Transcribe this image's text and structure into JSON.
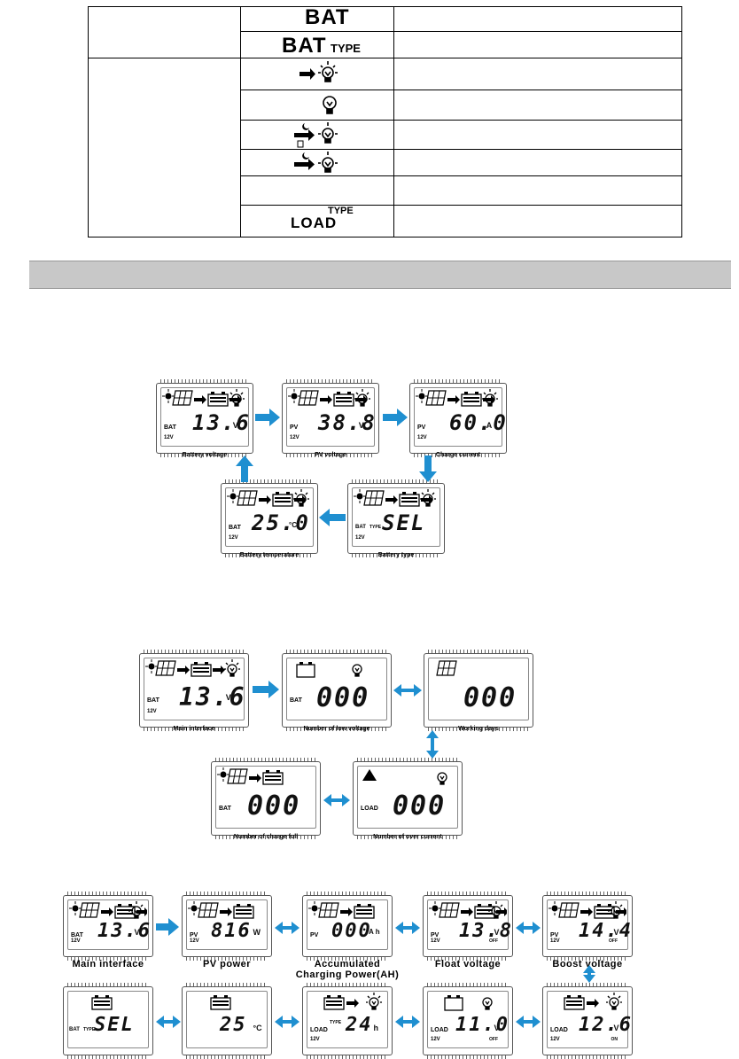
{
  "table": {
    "rows": [
      {
        "icon": "battery-label",
        "text": "BAT",
        "type": ""
      },
      {
        "icon": "battery-type-label",
        "text": "BAT",
        "type": "TYPE"
      },
      {
        "icon": "load-on-icon"
      },
      {
        "icon": "bulb-icon"
      },
      {
        "icon": "night-load-timer-icon"
      },
      {
        "icon": "night-load-icon"
      },
      {
        "icon": "blank"
      },
      {
        "icon": "load-type-label",
        "text": "LOAD",
        "type": "TYPE"
      }
    ]
  },
  "diagram1": {
    "panels": [
      {
        "label": "BAT",
        "voltage": "12V",
        "value": "13.6",
        "unit": "V",
        "caption": "Battery voltage"
      },
      {
        "label": "PV",
        "voltage": "12V",
        "value": "38.8",
        "unit": "V",
        "caption": "PV voltage"
      },
      {
        "label": "PV",
        "voltage": "12V",
        "value": "60.0",
        "unit": "A",
        "caption": "Charge current"
      },
      {
        "label": "BAT",
        "voltage": "12V",
        "value": "25.0",
        "unit": "°C",
        "caption": "Battery temperature"
      },
      {
        "label": "BAT",
        "type": "TYPE",
        "voltage": "12V",
        "value": "SEL",
        "unit": "",
        "caption": "Battery type"
      }
    ]
  },
  "diagram2": {
    "panels": [
      {
        "label": "BAT",
        "voltage": "12V",
        "value": "13.6",
        "unit": "V",
        "caption": "Main interface"
      },
      {
        "label": "BAT",
        "voltage": "",
        "value": "000",
        "unit": "",
        "caption": "Number of low voltage"
      },
      {
        "label": "",
        "voltage": "",
        "value": "000",
        "unit": "",
        "caption": "Working days"
      },
      {
        "label": "BAT",
        "voltage": "",
        "value": "000",
        "unit": "",
        "caption": "Number of charge  full"
      },
      {
        "label": "LOAD",
        "voltage": "",
        "value": "000",
        "unit": "",
        "caption": "Number of over current"
      }
    ]
  },
  "diagram3": {
    "row1": [
      {
        "label": "BAT",
        "voltage": "12V",
        "value": "13.6",
        "unit": "V",
        "status": "",
        "caption": "Main interface"
      },
      {
        "label": "PV",
        "voltage": "12V",
        "value": "816",
        "unit": "W",
        "status": "",
        "caption": "PV power"
      },
      {
        "label": "PV",
        "voltage": "",
        "value": "000",
        "unit": "A h",
        "status": "",
        "caption": "Accumulated Charging Power(AH)"
      },
      {
        "label": "PV",
        "voltage": "12V",
        "value": "13.8",
        "unit": "V",
        "status": "OFF",
        "caption": "Float voltage"
      },
      {
        "label": "PV",
        "voltage": "12V",
        "value": "14.4",
        "unit": "V",
        "status": "OFF",
        "caption": "Boost voltage"
      }
    ],
    "row2": [
      {
        "label": "BAT",
        "type": "TYPE",
        "voltage": "",
        "value": "SEL",
        "unit": "",
        "status": ""
      },
      {
        "label": "",
        "voltage": "",
        "value": "25",
        "unit": "°C",
        "status": ""
      },
      {
        "label": "LOAD",
        "type": "TYPE",
        "voltage": "12V",
        "value": "24",
        "unit": "h",
        "status": ""
      },
      {
        "label": "LOAD",
        "voltage": "12V",
        "value": "11.0",
        "unit": "V",
        "status": "OFF"
      },
      {
        "label": "LOAD",
        "voltage": "12V",
        "value": "12.6",
        "unit": "V",
        "status": "ON"
      }
    ]
  },
  "colors": {
    "arrow": "#1f8fd0",
    "section_bar": "#c8c8c8"
  }
}
